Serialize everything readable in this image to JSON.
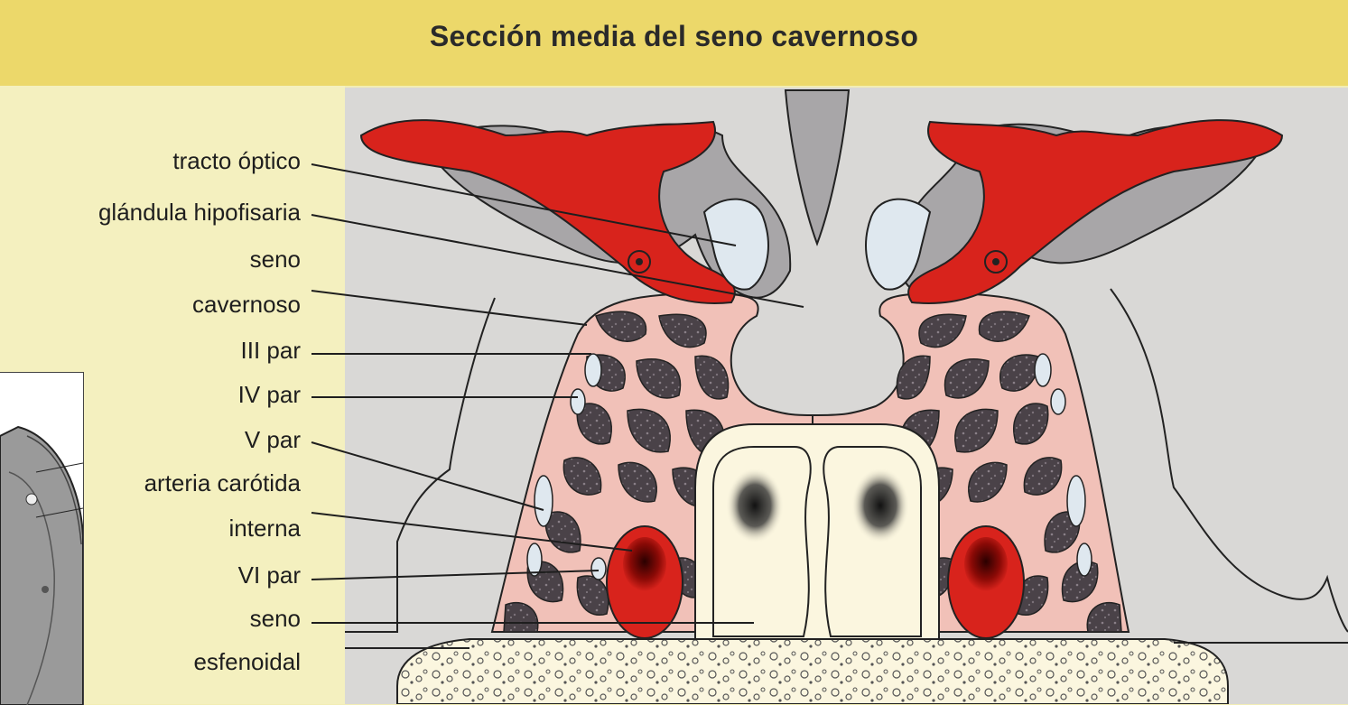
{
  "title": "Sección media del seno cavernoso",
  "labels": {
    "tracto_optico": "tracto óptico",
    "glandula_hipofisaria": "glándula hipofisaria",
    "seno": "seno",
    "cavernoso": "cavernoso",
    "iii_par": "III par",
    "iv_par": "IV par",
    "v_par": "V par",
    "arteria_carotida": "arteria carótida",
    "interna": "interna",
    "vi_par": "VI par",
    "seno2": "seno",
    "esfenoidal": "esfenoidal"
  },
  "colors": {
    "title_band": "#ecd86a",
    "background": "#f2edb4",
    "panel": "#d9d8d6",
    "artery_red": "#d8231c",
    "sinus_pink": "#f1c1b8",
    "gray_matter": "#a8a6a8",
    "light_blue": "#dfe8ef"
  }
}
